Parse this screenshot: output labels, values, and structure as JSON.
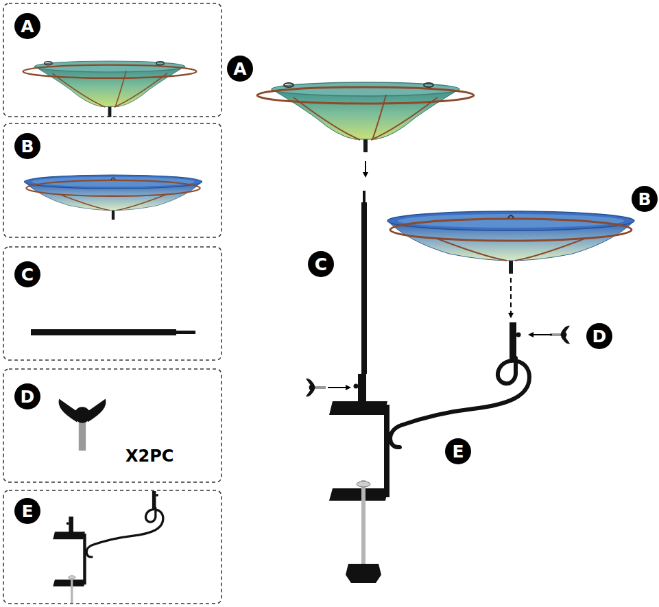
{
  "diagram": {
    "nodes": [
      {
        "text": [
          "A"
        ]
      },
      {
        "text": [
          "A"
        ]
      },
      {
        "text": [
          "B"
        ]
      },
      {
        "text": [
          "B"
        ]
      },
      {
        "text": [
          "C"
        ]
      },
      {
        "text": [
          "C"
        ]
      },
      {
        "text": [
          "D"
        ]
      },
      {
        "text": [
          "D"
        ]
      },
      {
        "text": [
          "E"
        ]
      },
      {
        "text": [
          "E"
        ]
      }
    ],
    "labels": [
      "X2PC"
    ]
  }
}
